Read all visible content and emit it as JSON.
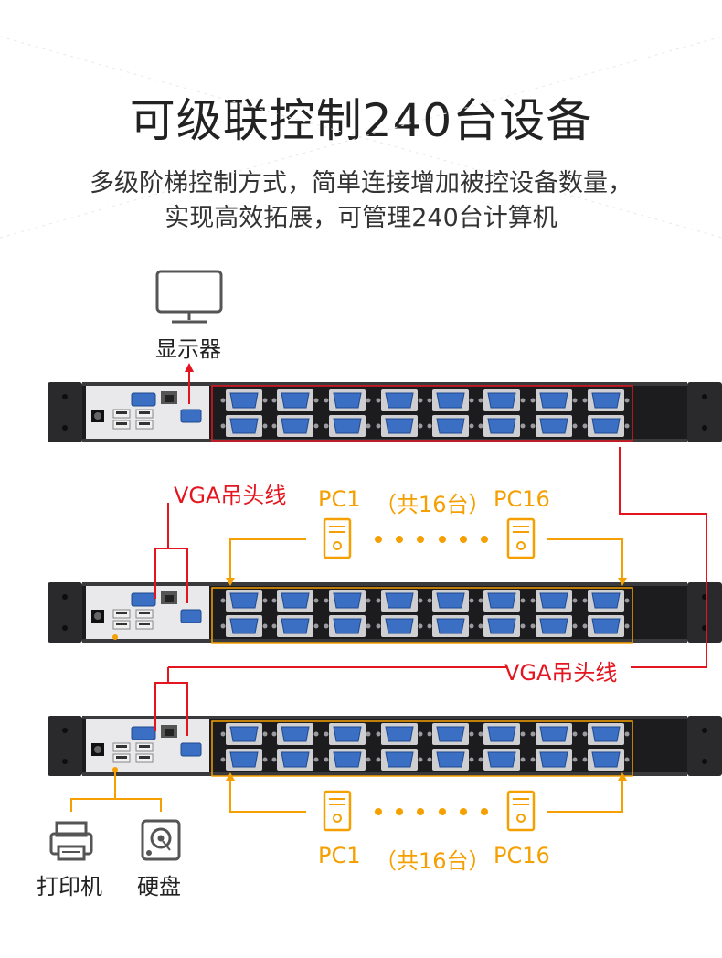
{
  "title": "可级联控制240台设备",
  "subtitle": {
    "line1": "多级阶梯控制方式，简单连接增加被控设备数量，",
    "line2": "实现高效拓展，可管理240台计算机"
  },
  "labels": {
    "monitor": "显示器",
    "vga_cable_1": "VGA吊头线",
    "vga_cable_2": "VGA吊头线",
    "pc_first_top": "PC1",
    "pc_count_top": "（共16台）",
    "pc_last_top": "PC16",
    "pc_first_bottom": "PC1",
    "pc_count_bottom": "（共16台）",
    "pc_last_bottom": "PC16",
    "printer": "打印机",
    "hard_disk": "硬盘"
  },
  "colors": {
    "red_line": "#e4151f",
    "orange_line": "#f5a000",
    "device_body": "#1c1c1e",
    "port_blue": "#3a6fc4"
  },
  "icons": {
    "monitor": "monitor-icon",
    "pc_tower": "pc-tower-icon",
    "printer": "printer-icon",
    "hard_disk": "hard-disk-icon"
  }
}
